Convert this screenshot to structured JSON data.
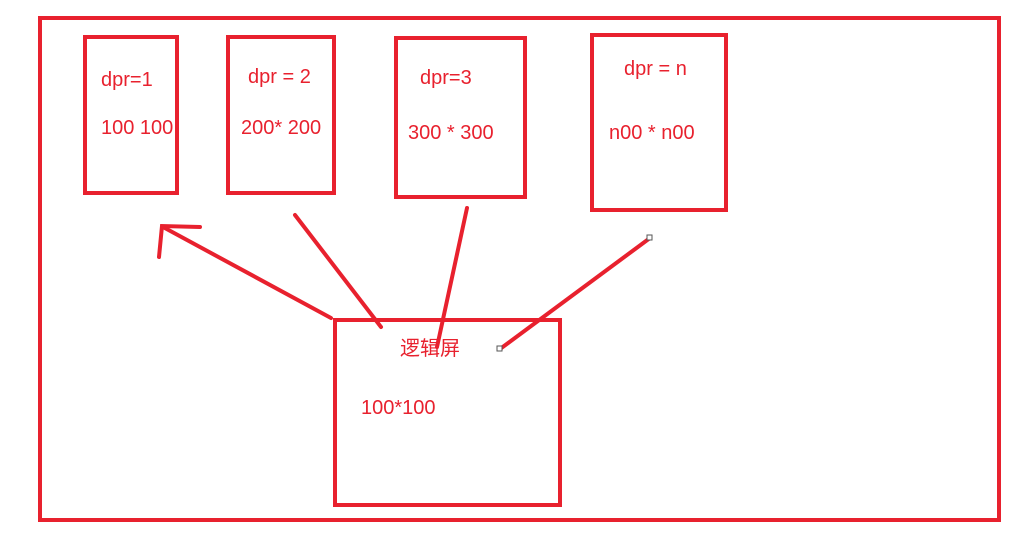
{
  "colors": {
    "stroke": "#e8212e",
    "background": "#ffffff"
  },
  "screens": [
    {
      "dpr_label": "dpr=1",
      "size_label": "100 100"
    },
    {
      "dpr_label": "dpr = 2",
      "size_label": "200* 200"
    },
    {
      "dpr_label": "dpr=3",
      "size_label": "300 * 300"
    },
    {
      "dpr_label": "dpr = n",
      "size_label": "n00 * n00"
    }
  ],
  "logical_screen": {
    "title": "逻辑屏",
    "size_label": "100*100"
  }
}
